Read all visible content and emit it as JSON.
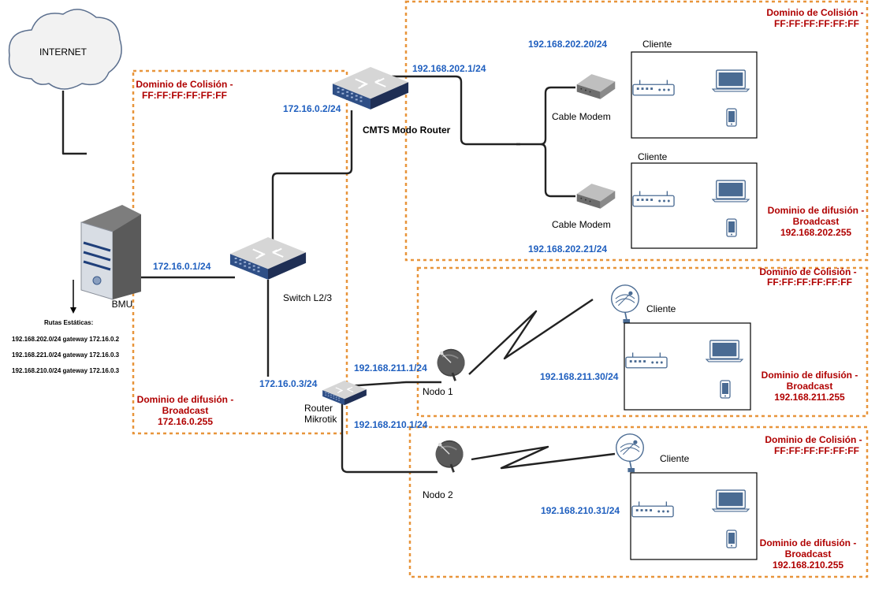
{
  "internet": "INTERNET",
  "bmu": {
    "label": "BMU",
    "ip": "172.16.0.1/24",
    "routes_title": "Rutas Estáticas:",
    "routes": [
      "192.168.202.0/24 gateway 172.16.0.2",
      "192.168.221.0/24 gateway 172.16.0.3",
      "192.168.210.0/24 gateway 172.16.0.3"
    ]
  },
  "switch": {
    "label": "Switch L2/3"
  },
  "cmts": {
    "label": "CMTS Modo Router",
    "ip_left": "172.16.0.2/24",
    "ip_right": "192.168.202.1/24"
  },
  "mikrotik": {
    "label_line1": "Router",
    "label_line2": "Mikrotik",
    "ip_left": "172.16.0.3/24",
    "ip_top": "192.168.211.1/24",
    "ip_bottom": "192.168.210.1/24"
  },
  "core_domain": {
    "collision_line1": "Dominio de Colisión -",
    "collision_line2": "FF:FF:FF:FF:FF:FF",
    "broadcast_line1": "Dominio de difusión -",
    "broadcast_line2": "Broadcast",
    "broadcast_line3": "172.16.0.255"
  },
  "cable_domain": {
    "collision_line1": "Dominio de Colisión -",
    "collision_line2": "FF:FF:FF:FF:FF:FF",
    "broadcast_line1": "Dominio de difusión -",
    "broadcast_line2": "Broadcast",
    "broadcast_line3": "192.168.202.255",
    "modem_label": "Cable Modem",
    "modem2_label": "Cable Modem",
    "client1_label": "Cliente",
    "client1_ip": "192.168.202.20/24",
    "client2_label": "Cliente",
    "client2_ip": "192.168.202.21/24"
  },
  "node1_domain": {
    "collision_line1": "Dominio de Colisión -",
    "collision_line2": "FF:FF:FF:FF:FF:FF",
    "broadcast_line1": "Dominio de difusión -",
    "broadcast_line2": "Broadcast",
    "broadcast_line3": "192.168.211.255",
    "node_label": "Nodo 1",
    "client_label": "Cliente",
    "client_ip": "192.168.211.30/24"
  },
  "node2_domain": {
    "collision_line1": "Dominio de Colisión -",
    "collision_line2": "FF:FF:FF:FF:FF:FF",
    "broadcast_line1": "Dominio de difusión -",
    "broadcast_line2": "Broadcast",
    "broadcast_line3": "192.168.210.255",
    "node_label": "Nodo 2",
    "client_label": "Cliente",
    "client_ip": "192.168.210.31/24"
  },
  "colors": {
    "domain_border": "#e8953b",
    "ip_text": "#1f5fbf",
    "domain_text": "#b00000"
  }
}
